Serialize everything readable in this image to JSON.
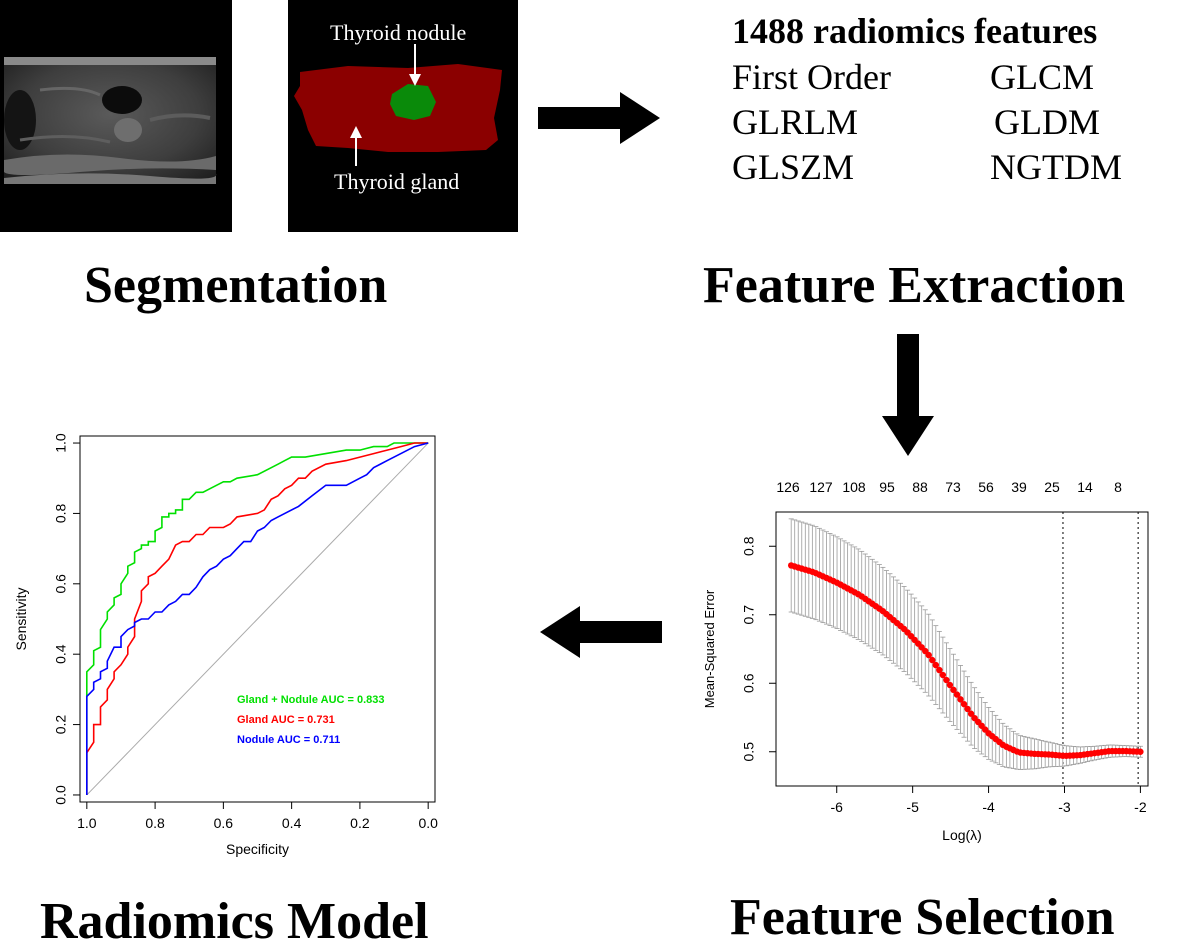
{
  "segmentation": {
    "title": "Segmentation",
    "nodule_label": "Thyroid nodule",
    "gland_label": "Thyroid gland"
  },
  "feature_extraction": {
    "title": "Feature Extraction",
    "heading": "1488 radiomics features",
    "feature_classes": [
      "First Order",
      "GLCM",
      "GLRLM",
      "GLDM",
      "GLSZM",
      "NGTDM"
    ]
  },
  "feature_selection": {
    "title": "Feature Selection"
  },
  "radiomics_model": {
    "title": "Radiomics Model"
  },
  "colors": {
    "gland": "#8b0000",
    "nodule": "#0a8a0a",
    "green": "#00e000",
    "red": "#ff0000",
    "blue": "#0000ff"
  },
  "chart_data": [
    {
      "type": "line",
      "xlabel": "Specificity",
      "ylabel": "Sensitivity",
      "xlim": [
        1.0,
        0.0
      ],
      "ylim": [
        0.0,
        1.0
      ],
      "xticks": [
        "1.0",
        "0.8",
        "0.6",
        "0.4",
        "0.2",
        "0.0"
      ],
      "yticks": [
        "0.0",
        "0.2",
        "0.4",
        "0.6",
        "0.8",
        "1.0"
      ],
      "legend_placement": "bottom-right",
      "series": [
        {
          "name": "Gland + Nodule AUC = 0.833",
          "color": "#00e000",
          "x": [
            1.0,
            1.0,
            0.98,
            0.98,
            0.96,
            0.96,
            0.94,
            0.94,
            0.92,
            0.92,
            0.9,
            0.9,
            0.88,
            0.88,
            0.86,
            0.86,
            0.84,
            0.84,
            0.82,
            0.82,
            0.8,
            0.8,
            0.78,
            0.78,
            0.76,
            0.76,
            0.74,
            0.74,
            0.72,
            0.72,
            0.7,
            0.68,
            0.66,
            0.64,
            0.62,
            0.6,
            0.58,
            0.56,
            0.5,
            0.46,
            0.44,
            0.42,
            0.4,
            0.36,
            0.3,
            0.24,
            0.2,
            0.16,
            0.12,
            0.1,
            0.06,
            0.0
          ],
          "y": [
            0.0,
            0.35,
            0.37,
            0.41,
            0.42,
            0.47,
            0.5,
            0.52,
            0.54,
            0.56,
            0.57,
            0.6,
            0.63,
            0.65,
            0.66,
            0.69,
            0.7,
            0.71,
            0.71,
            0.72,
            0.72,
            0.75,
            0.76,
            0.79,
            0.79,
            0.8,
            0.8,
            0.81,
            0.81,
            0.84,
            0.84,
            0.86,
            0.86,
            0.87,
            0.88,
            0.89,
            0.89,
            0.9,
            0.91,
            0.93,
            0.94,
            0.95,
            0.96,
            0.96,
            0.97,
            0.98,
            0.98,
            0.99,
            0.99,
            1.0,
            1.0,
            1.0
          ]
        },
        {
          "name": "Gland AUC = 0.731",
          "color": "#ff0000",
          "x": [
            1.0,
            1.0,
            0.98,
            0.98,
            0.96,
            0.96,
            0.94,
            0.94,
            0.92,
            0.92,
            0.9,
            0.88,
            0.88,
            0.86,
            0.86,
            0.84,
            0.84,
            0.82,
            0.82,
            0.8,
            0.78,
            0.76,
            0.74,
            0.72,
            0.7,
            0.68,
            0.66,
            0.64,
            0.6,
            0.58,
            0.56,
            0.5,
            0.48,
            0.46,
            0.44,
            0.42,
            0.4,
            0.38,
            0.36,
            0.34,
            0.3,
            0.24,
            0.2,
            0.16,
            0.12,
            0.08,
            0.04,
            0.0
          ],
          "y": [
            0.0,
            0.12,
            0.15,
            0.2,
            0.2,
            0.25,
            0.27,
            0.3,
            0.33,
            0.35,
            0.37,
            0.4,
            0.42,
            0.45,
            0.5,
            0.55,
            0.58,
            0.6,
            0.62,
            0.63,
            0.65,
            0.67,
            0.71,
            0.72,
            0.72,
            0.74,
            0.74,
            0.76,
            0.76,
            0.77,
            0.79,
            0.8,
            0.81,
            0.84,
            0.85,
            0.87,
            0.88,
            0.9,
            0.9,
            0.92,
            0.94,
            0.95,
            0.96,
            0.97,
            0.98,
            0.99,
            1.0,
            1.0
          ]
        },
        {
          "name": "Nodule AUC = 0.711",
          "color": "#0000ff",
          "x": [
            1.0,
            1.0,
            0.98,
            0.98,
            0.96,
            0.96,
            0.94,
            0.94,
            0.92,
            0.9,
            0.9,
            0.88,
            0.86,
            0.86,
            0.84,
            0.82,
            0.8,
            0.78,
            0.76,
            0.74,
            0.72,
            0.7,
            0.68,
            0.66,
            0.64,
            0.62,
            0.6,
            0.58,
            0.56,
            0.54,
            0.52,
            0.5,
            0.48,
            0.46,
            0.44,
            0.42,
            0.38,
            0.34,
            0.3,
            0.24,
            0.2,
            0.18,
            0.16,
            0.12,
            0.08,
            0.04,
            0.0
          ],
          "y": [
            0.0,
            0.28,
            0.3,
            0.32,
            0.33,
            0.35,
            0.36,
            0.38,
            0.42,
            0.42,
            0.45,
            0.47,
            0.48,
            0.49,
            0.5,
            0.5,
            0.52,
            0.52,
            0.54,
            0.55,
            0.57,
            0.57,
            0.59,
            0.62,
            0.64,
            0.65,
            0.67,
            0.68,
            0.7,
            0.72,
            0.72,
            0.75,
            0.76,
            0.78,
            0.79,
            0.8,
            0.82,
            0.85,
            0.88,
            0.88,
            0.9,
            0.91,
            0.93,
            0.95,
            0.97,
            0.99,
            1.0
          ]
        }
      ]
    },
    {
      "type": "scatter",
      "xlabel": "Log(λ)",
      "ylabel": "Mean-Squared Error",
      "xlim": [
        -6.8,
        -1.9
      ],
      "ylim": [
        0.45,
        0.85
      ],
      "xticks": [
        "-6",
        "-5",
        "-4",
        "-3",
        "-2"
      ],
      "yticks": [
        "0.5",
        "0.6",
        "0.7",
        "0.8"
      ],
      "top_axis_labels": [
        "126",
        "127",
        "108",
        "95",
        "88",
        "73",
        "56",
        "39",
        "25",
        "14",
        "8"
      ],
      "vlines": [
        -3.02,
        -2.03
      ],
      "series": [
        {
          "name": "",
          "color": "#ff0000",
          "x": [
            -6.6,
            -6.3,
            -6.0,
            -5.7,
            -5.4,
            -5.1,
            -4.8,
            -4.5,
            -4.2,
            -4.0,
            -3.8,
            -3.6,
            -3.4,
            -3.2,
            -3.0,
            -2.8,
            -2.6,
            -2.4,
            -2.2,
            -2.0
          ],
          "y": [
            0.772,
            0.762,
            0.747,
            0.729,
            0.706,
            0.678,
            0.643,
            0.596,
            0.551,
            0.527,
            0.509,
            0.499,
            0.497,
            0.496,
            0.494,
            0.495,
            0.498,
            0.501,
            0.501,
            0.5
          ],
          "err": [
            0.068,
            0.068,
            0.067,
            0.066,
            0.064,
            0.062,
            0.06,
            0.053,
            0.045,
            0.038,
            0.031,
            0.025,
            0.022,
            0.018,
            0.015,
            0.012,
            0.01,
            0.009,
            0.008,
            0.008
          ]
        }
      ]
    }
  ]
}
